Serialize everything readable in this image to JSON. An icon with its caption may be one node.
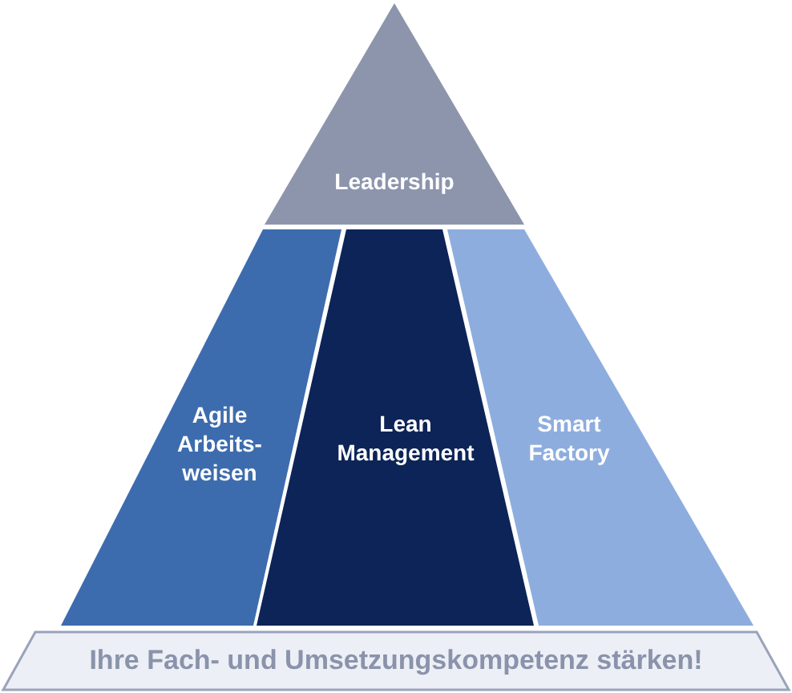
{
  "diagram": {
    "nodes": [
      {
        "text": [
          "Leadership"
        ]
      },
      {
        "text": [
          "Agile Arbeits- weisen"
        ]
      },
      {
        "text": [
          "Lean Management"
        ]
      },
      {
        "text": [
          "Smart Factory"
        ]
      },
      {
        "text": [
          "Ihre Fach- und Umsetzungskompetenz stärken!"
        ]
      }
    ]
  }
}
